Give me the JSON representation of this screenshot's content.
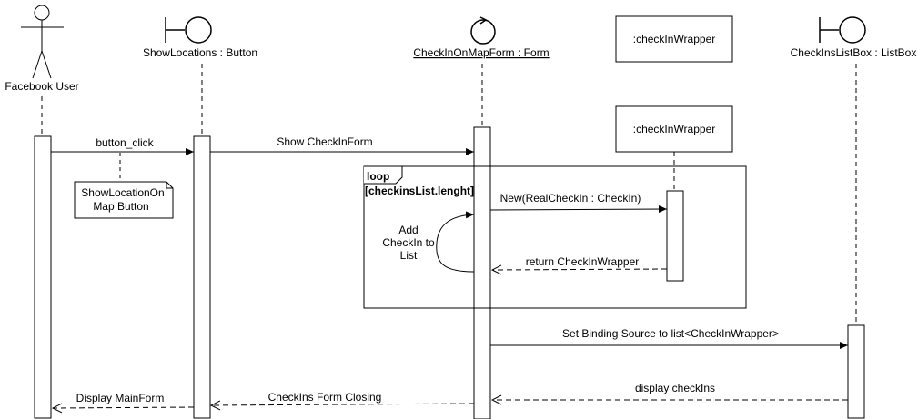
{
  "participants": {
    "user": "Facebook User",
    "button": "ShowLocations : Button",
    "form": "CheckInOnMapForm : Form",
    "wrapper_object": ":checkInWrapper",
    "wrapper_created": ":checkInWrapper",
    "listbox": "CheckInsListBox : ListBox"
  },
  "messages": {
    "button_click": "button_click",
    "show_form": "Show CheckInForm",
    "new_checkin": "New(RealCheckIn : CheckIn)",
    "return_wrapper": "return CheckInWrapper",
    "set_binding": "Set Binding Source to list<CheckInWrapper>",
    "display_checkins": "display checkIns",
    "form_closing": "CheckIns Form Closing",
    "display_mainform": "Display MainForm"
  },
  "note": {
    "line1": "ShowLocationOn",
    "line2": "Map Button"
  },
  "self_message": {
    "line1": "Add",
    "line2": "CheckIn to",
    "line3": "List"
  },
  "loop_fragment": {
    "operator": "loop",
    "guard": "[checkinsList.lenght]"
  }
}
